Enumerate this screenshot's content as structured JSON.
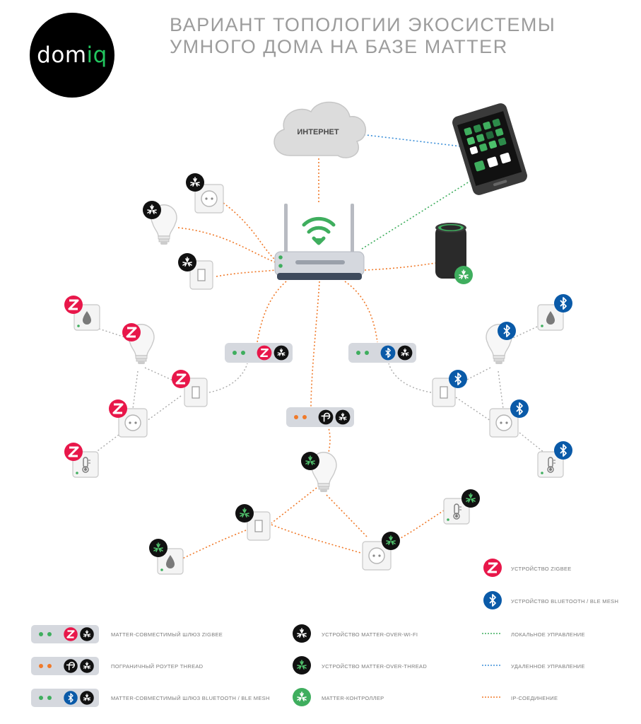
{
  "logo": {
    "text_main": "dom",
    "text_accent": "iq"
  },
  "title": {
    "line1": "ВАРИАНТ ТОПОЛОГИИ ЭКОСИСТЕМЫ",
    "line2": "УМНОГО ДОМА НА БАЗЕ MATTER"
  },
  "cloud_label": "ИНТЕРНЕТ",
  "colors": {
    "zigbee": "#e8174a",
    "bluetooth": "#0a5aa8",
    "matter_wifi": "#111111",
    "matter_thread": "#111111",
    "matter_controller": "#3fae5e",
    "local_link": "#3fae5e",
    "remote_link": "#3b8fd8",
    "ip_link": "#f07a2a",
    "device_link": "#aaaaaa"
  },
  "icons": [
    "cloud-icon",
    "smartphone-icon",
    "router-icon",
    "wifi-icon",
    "smart-speaker-icon",
    "socket-icon",
    "bulb-icon",
    "switch-icon",
    "water-sensor-icon",
    "thermometer-icon",
    "zigbee-icon",
    "bluetooth-icon",
    "thread-icon",
    "matter-icon"
  ],
  "legend": {
    "zigbee_gateway": "MATTER-СОВМЕСТИМЫЙ ШЛЮЗ ZIGBEE",
    "thread_router": "ПОГРАНИЧНЫЙ РОУТЕР THREAD",
    "ble_gateway": "MATTER-СОВМЕСТИМЫЙ ШЛЮЗ BLUETOOTH / BLE MESH",
    "matter_wifi": "УСТРОЙСТВО MATTER-OVER-WI-FI",
    "matter_thread": "УСТРОЙСТВО MATTER-OVER-THREAD",
    "matter_controller": "MATTER-КОНТРОЛЛЕР",
    "zigbee_device": "УСТРОЙСТВО ZIGBEE",
    "bluetooth_device": "УСТРОЙСТВО BLUETOOTH / BLE MESH",
    "local_control": "ЛОКАЛЬНОЕ УПРАВЛЕНИЕ",
    "remote_control": "УДАЛЕННОЕ УПРАВЛЕНИЕ",
    "ip_connection": "IP-СОЕДИНЕНИЕ"
  }
}
